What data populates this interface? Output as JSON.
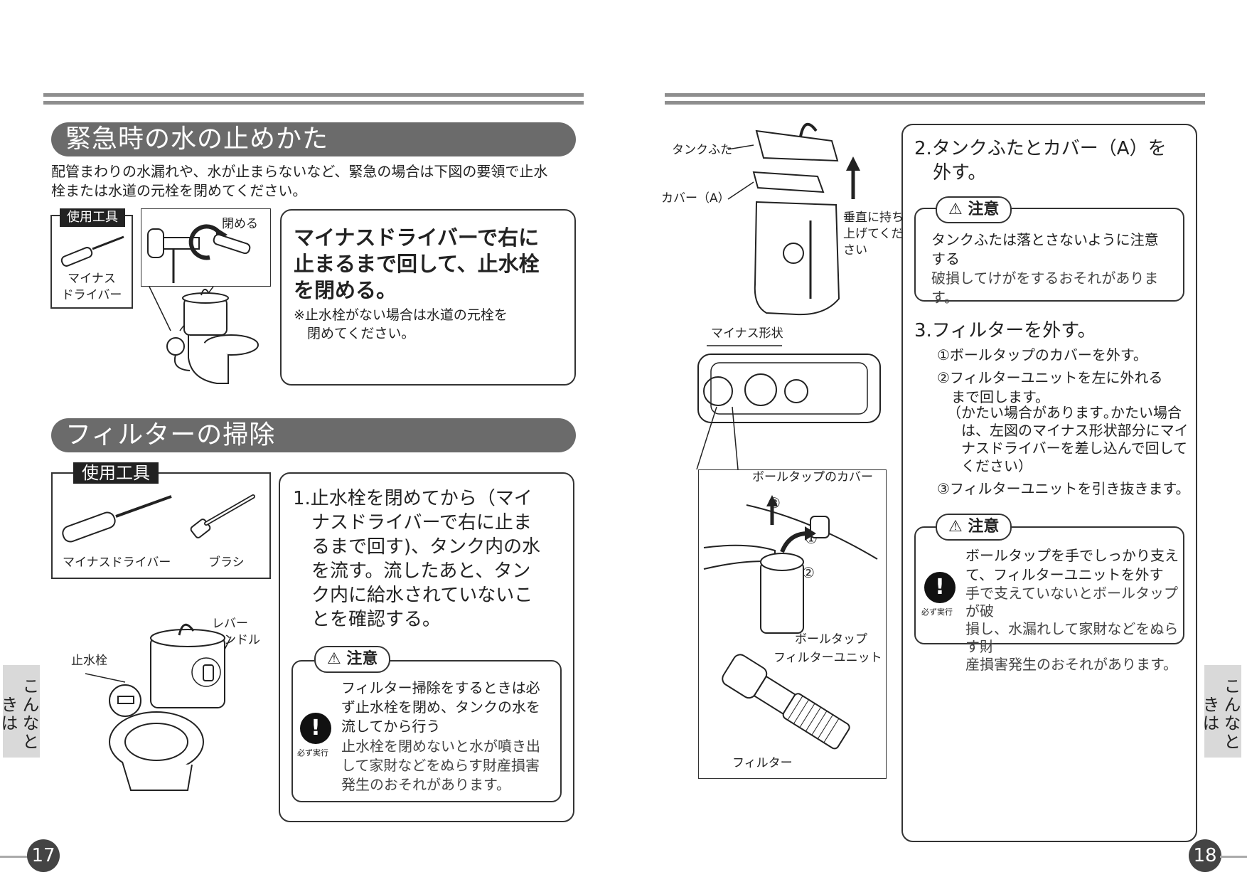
{
  "left_page": {
    "section1": {
      "title": "緊急時の水の止めかた",
      "intro": "配管まわりの水漏れや、水が止まらないなど、緊急の場合は下図の要領で止水\n栓または水道の元栓を閉めてください。",
      "tool_tag": "使用工具",
      "tool_name": "マイナス\nドライバー",
      "close_label": "閉める",
      "instruction": "マイナスドライバーで右に\n止まるまで回して、止水栓\nを閉める。",
      "note": "※止水栓がない場合は水道の元栓を\n　閉めてください。"
    },
    "section2": {
      "title": "フィルターの掃除",
      "tool_tag": "使用工具",
      "tool1": "マイナスドライバー",
      "tool2": "ブラシ",
      "label_valve": "止水栓",
      "label_lever": "レバー\nハンドル",
      "step1": "1.止水栓を閉めてから（マイ\n　ナスドライバーで右に止ま\n　るまで回す)、タンク内の水\n　を流す。流したあと、タン\n　ク内に給水されていないこ\n　とを確認する。",
      "caution": {
        "title": "注意",
        "headline": "フィルター掃除をするときは必\nず止水栓を閉め、タンクの水を\n流してから行う",
        "detail": "止水栓を閉めないと水が噴き出\nして家財などをぬらす財産損害\n発生のおそれがあります。",
        "must_label": "必ず実行"
      }
    },
    "side_tab": "こんなときは",
    "page_number": "17"
  },
  "right_page": {
    "labels": {
      "tank_lid": "タンクふた",
      "cover_a": "カバー（A）",
      "lift": "垂直に持ち\n上げてくだ\nさい",
      "minus_shape": "マイナス形状",
      "ball_tap_cover": "ボールタップのカバー",
      "ball_tap": "ボールタップ",
      "filter_unit": "フィルターユニット",
      "filter": "フィルター",
      "n1": "①",
      "n2": "②",
      "n3": "③"
    },
    "step2": {
      "title": "2.タンクふたとカバー（A）を\n　外す。",
      "caution_title": "注意",
      "caution_headline": "タンクふたは落とさないように注意\nする",
      "caution_detail": "破損してけがをするおそれがあります。"
    },
    "step3": {
      "title": "3.フィルターを外す。",
      "sub1": "①ボールタップのカバーを外す。",
      "sub2": "②フィルターユニットを左に外れる\n　まで回します。",
      "sub2_note": "（かたい場合があります｡かたい場合\n　は、左図のマイナス形状部分にマイ\n　ナスドライバーを差し込んで回して\n　ください）",
      "sub3": "③フィルターユニットを引き抜きます。",
      "caution_title": "注意",
      "caution_headline": "ボールタップを手でしっかり支え\nて、フィルターユニットを外す",
      "caution_detail": "手で支えていないとボールタップが破\n損し、水漏れして家財などをぬらす財\n産損害発生のおそれがあります。",
      "must_label": "必ず実行"
    },
    "side_tab": "こんなときは",
    "page_number": "18"
  }
}
